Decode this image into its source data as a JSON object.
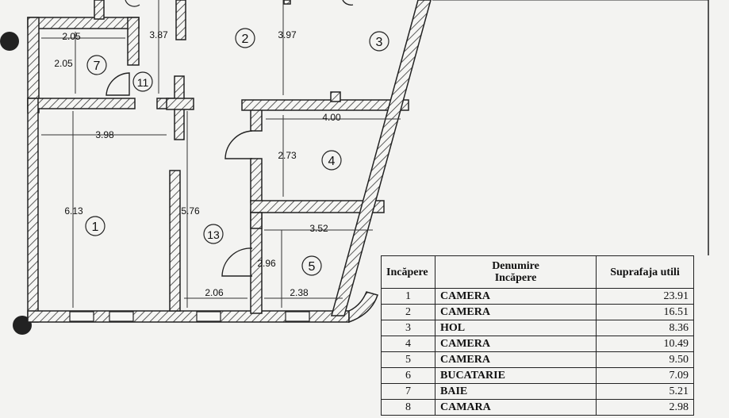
{
  "dimensions": {
    "d1": "2.05",
    "d2": "3.87",
    "d3": "3.97",
    "d4": "2.05",
    "d5": "3.98",
    "d6": "4.00",
    "d7": "2.73",
    "d8": "6.13",
    "d9": "5.76",
    "d10": "3.52",
    "d11": "2.96",
    "d12": "2.06",
    "d13": "2.38"
  },
  "room_markers": {
    "r1": "1",
    "r2": "2",
    "r3": "3",
    "r4": "4",
    "r5": "5",
    "r7": "7",
    "r11": "11",
    "r13": "13"
  },
  "table": {
    "header_num": "Incăpere",
    "header_name_1": "Denumire",
    "header_name_2": "Incăpere",
    "header_area": "Suprafaja utili",
    "rows": [
      {
        "num": "1",
        "name": "CAMERA",
        "area": "23.91"
      },
      {
        "num": "2",
        "name": "CAMERA",
        "area": "16.51"
      },
      {
        "num": "3",
        "name": "HOL",
        "area": "8.36"
      },
      {
        "num": "4",
        "name": "CAMERA",
        "area": "10.49"
      },
      {
        "num": "5",
        "name": "CAMERA",
        "area": "9.50"
      },
      {
        "num": "6",
        "name": "BUCATARIE",
        "area": "7.09"
      },
      {
        "num": "7",
        "name": "BAIE",
        "area": "5.21"
      },
      {
        "num": "8",
        "name": "CAMARA",
        "area": "2.98"
      }
    ]
  }
}
